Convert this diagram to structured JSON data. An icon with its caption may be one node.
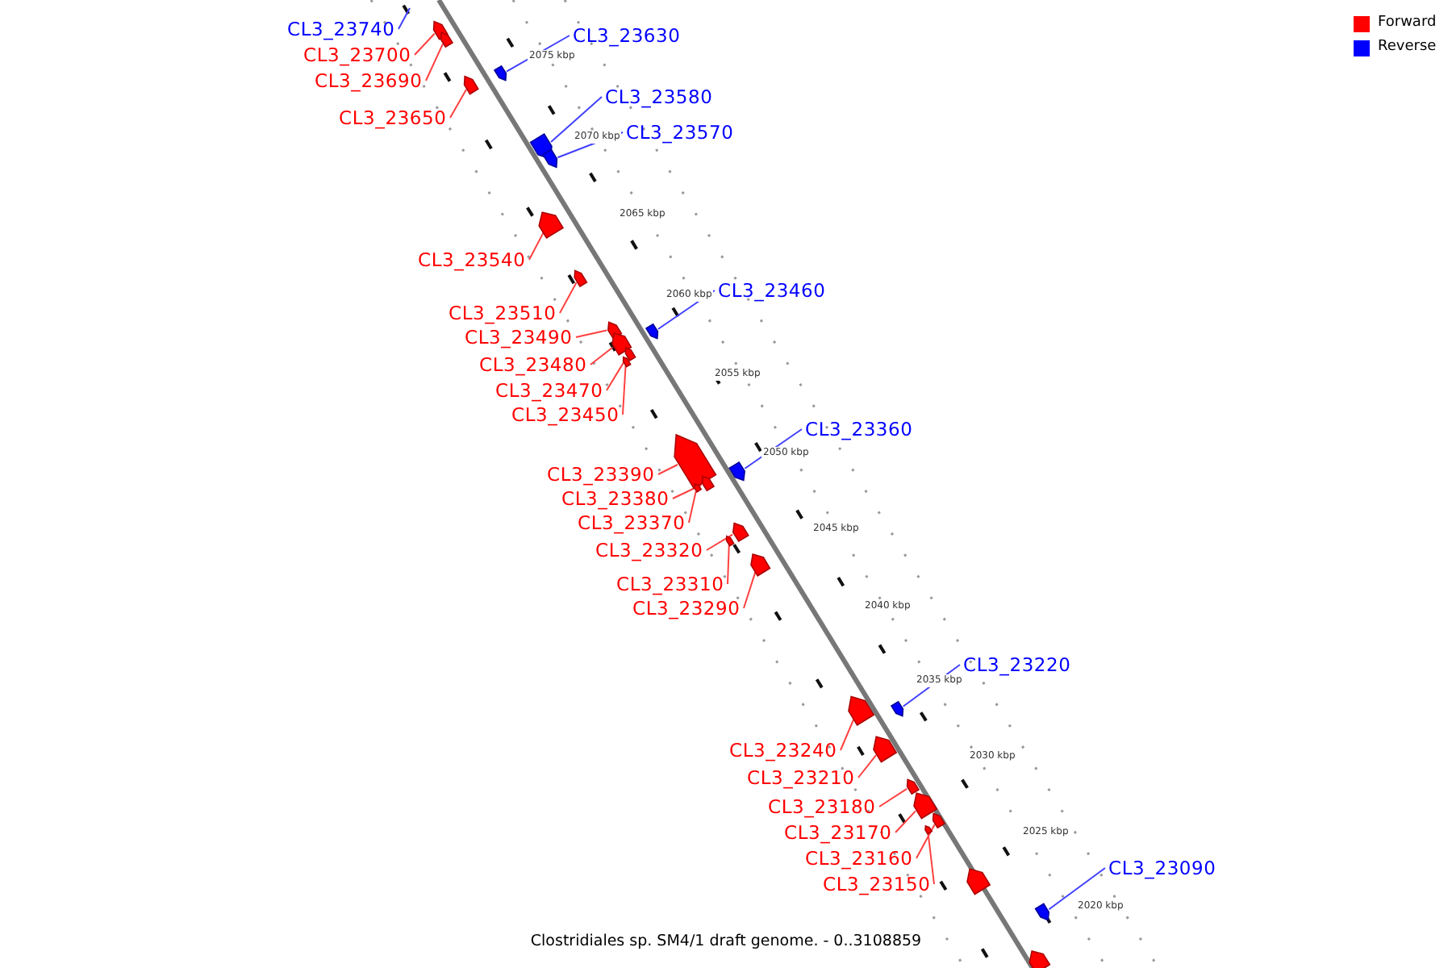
{
  "diagram": {
    "caption": "Clostridiales sp. SM4/1 draft genome. - 0..3108859",
    "nodes": [
      {
        "text": [
          "CL3_23740"
        ]
      },
      {
        "text": [
          "CL3_23630"
        ]
      },
      {
        "text": [],
        "shape": "box"
      },
      {
        "text": [
          "CL3_23700"
        ]
      },
      {
        "text": [],
        "shape": "box"
      },
      {
        "text": [
          "CL3_23690"
        ]
      },
      {
        "text": [],
        "shape": "box"
      },
      {
        "text": [
          "CL3_23650"
        ]
      },
      {
        "text": [],
        "shape": "box"
      },
      {
        "text": [
          "CL3_23580"
        ]
      },
      {
        "text": [],
        "shape": "box"
      },
      {
        "text": [
          "CL3_23570"
        ]
      },
      {
        "text": [],
        "shape": "box"
      },
      {
        "text": [
          "CL3_23540"
        ]
      },
      {
        "text": [],
        "shape": "box"
      },
      {
        "text": [
          "CL3_23460"
        ]
      },
      {
        "text": [],
        "shape": "box"
      },
      {
        "text": [
          "CL3_23510"
        ]
      },
      {
        "text": [],
        "shape": "box"
      },
      {
        "text": [
          "CL3_23490"
        ]
      },
      {
        "text": [],
        "shape": "box"
      },
      {
        "text": [
          "CL3_23480"
        ]
      },
      {
        "text": [],
        "shape": "box"
      },
      {
        "text": [
          "CL3_23470"
        ]
      },
      {
        "text": [],
        "shape": "box"
      },
      {
        "text": [
          "CL3_23450"
        ]
      },
      {
        "text": [],
        "shape": "box"
      },
      {
        "text": [
          "CL3_23360"
        ]
      },
      {
        "text": [],
        "shape": "box"
      },
      {
        "text": [
          "CL3_23390"
        ]
      },
      {
        "text": [],
        "shape": "box"
      },
      {
        "text": [
          "CL3_23380"
        ]
      },
      {
        "text": [],
        "shape": "box"
      },
      {
        "text": [
          "CL3_23370"
        ]
      },
      {
        "text": [],
        "shape": "box"
      },
      {
        "text": [
          "CL3_23320"
        ]
      },
      {
        "text": [],
        "shape": "box"
      },
      {
        "text": [
          "CL3_23310"
        ]
      },
      {
        "text": [],
        "shape": "box"
      },
      {
        "text": [
          "CL3_23290"
        ]
      },
      {
        "text": [],
        "shape": "box"
      },
      {
        "text": [
          "CL3_23220"
        ]
      },
      {
        "text": [],
        "shape": "box"
      },
      {
        "text": [
          "CL3_23240"
        ]
      },
      {
        "text": [],
        "shape": "box"
      },
      {
        "text": [
          "CL3_23210"
        ]
      },
      {
        "text": [],
        "shape": "box"
      },
      {
        "text": [
          "CL3_23180"
        ]
      },
      {
        "text": [],
        "shape": "box"
      },
      {
        "text": [
          "CL3_23170"
        ]
      },
      {
        "text": [],
        "shape": "box"
      },
      {
        "text": [
          "CL3_23160"
        ]
      },
      {
        "text": [],
        "shape": "box"
      },
      {
        "text": [
          "CL3_23150"
        ]
      },
      {
        "text": [],
        "shape": "box"
      },
      {
        "text": [
          "CL3_23090"
        ]
      },
      {
        "text": [],
        "shape": "box"
      },
      {
        "text": [],
        "shape": "box"
      },
      {
        "text": [],
        "shape": "box"
      }
    ],
    "edges": [
      {
        "from": 0,
        "to": null,
        "arrow": "none",
        "color": "#4040ff"
      },
      {
        "from": 1,
        "to": 2,
        "arrow": "none",
        "color": "#4040ff"
      },
      {
        "from": 3,
        "to": 4,
        "arrow": "none"
      },
      {
        "from": 5,
        "to": 6,
        "arrow": "none"
      },
      {
        "from": 7,
        "to": 8,
        "arrow": "none"
      },
      {
        "from": 9,
        "to": 10,
        "arrow": "none",
        "color": "#4040ff"
      },
      {
        "from": 11,
        "to": 12,
        "arrow": "none",
        "color": "#4040ff"
      },
      {
        "from": 13,
        "to": 14,
        "arrow": "none"
      },
      {
        "from": 15,
        "to": 16,
        "arrow": "none",
        "color": "#4040ff"
      },
      {
        "from": 17,
        "to": 18,
        "arrow": "none"
      },
      {
        "from": 19,
        "to": 20,
        "arrow": "none"
      },
      {
        "from": 21,
        "to": 22,
        "arrow": "none"
      },
      {
        "from": 23,
        "to": 24,
        "arrow": "none"
      },
      {
        "from": 25,
        "to": 26,
        "arrow": "none"
      },
      {
        "from": 27,
        "to": 28,
        "arrow": "none",
        "color": "#4040ff"
      },
      {
        "from": 29,
        "to": 30,
        "arrow": "none"
      },
      {
        "from": 31,
        "to": 32,
        "arrow": "none"
      },
      {
        "from": 33,
        "to": 34,
        "arrow": "none"
      },
      {
        "from": 35,
        "to": 36,
        "arrow": "none"
      },
      {
        "from": 37,
        "to": 38,
        "arrow": "none"
      },
      {
        "from": 39,
        "to": 40,
        "arrow": "none"
      },
      {
        "from": 41,
        "to": 42,
        "arrow": "none",
        "color": "#4040ff"
      },
      {
        "from": 43,
        "to": 44,
        "arrow": "none"
      },
      {
        "from": 45,
        "to": 46,
        "arrow": "none"
      },
      {
        "from": 47,
        "to": 48,
        "arrow": "none"
      },
      {
        "from": 49,
        "to": 50,
        "arrow": "none"
      },
      {
        "from": 51,
        "to": 52,
        "arrow": "none"
      },
      {
        "from": 53,
        "to": 54,
        "arrow": "none"
      },
      {
        "from": 55,
        "to": 56,
        "arrow": "none",
        "color": "#4040ff"
      }
    ],
    "labels": [
      "2075 kbp",
      "2070 kbp",
      "2065 kbp",
      "2060 kbp",
      "2055 kbp",
      "2050 kbp",
      "2045 kbp",
      "2040 kbp",
      "2035 kbp",
      "2030 kbp",
      "2025 kbp",
      "2020 kbp"
    ],
    "legend": [
      {
        "text": "Forward",
        "color": "#ff0000"
      },
      {
        "text": "Reverse",
        "color": "#0000ff"
      }
    ]
  }
}
